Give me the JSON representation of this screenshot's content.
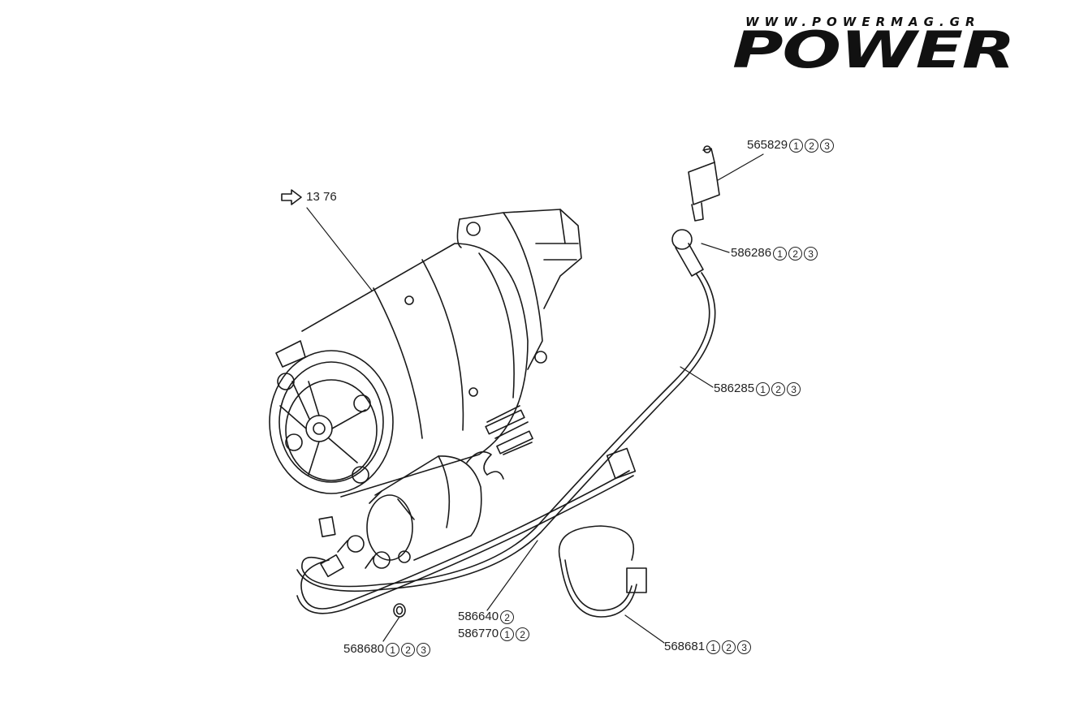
{
  "logo": {
    "url": "WWW.POWERMAG.GR",
    "brand": "POWER"
  },
  "reference": {
    "text": "13 76",
    "icon": "arrow-right-outline-icon"
  },
  "parts": [
    {
      "id": "p1",
      "number": "565829",
      "variants": [
        "1",
        "2",
        "3"
      ]
    },
    {
      "id": "p2",
      "number": "586286",
      "variants": [
        "1",
        "2",
        "3"
      ]
    },
    {
      "id": "p3",
      "number": "586285",
      "variants": [
        "1",
        "2",
        "3"
      ]
    },
    {
      "id": "p4",
      "number": "586640",
      "variants": [
        "2"
      ]
    },
    {
      "id": "p5",
      "number": "586770",
      "variants": [
        "1",
        "2"
      ]
    },
    {
      "id": "p6",
      "number": "568680",
      "variants": [
        "1",
        "2",
        "3"
      ]
    },
    {
      "id": "p7",
      "number": "568681",
      "variants": [
        "1",
        "2",
        "3"
      ]
    }
  ],
  "colors": {
    "line": "#1a1a1a",
    "background": "#ffffff"
  }
}
